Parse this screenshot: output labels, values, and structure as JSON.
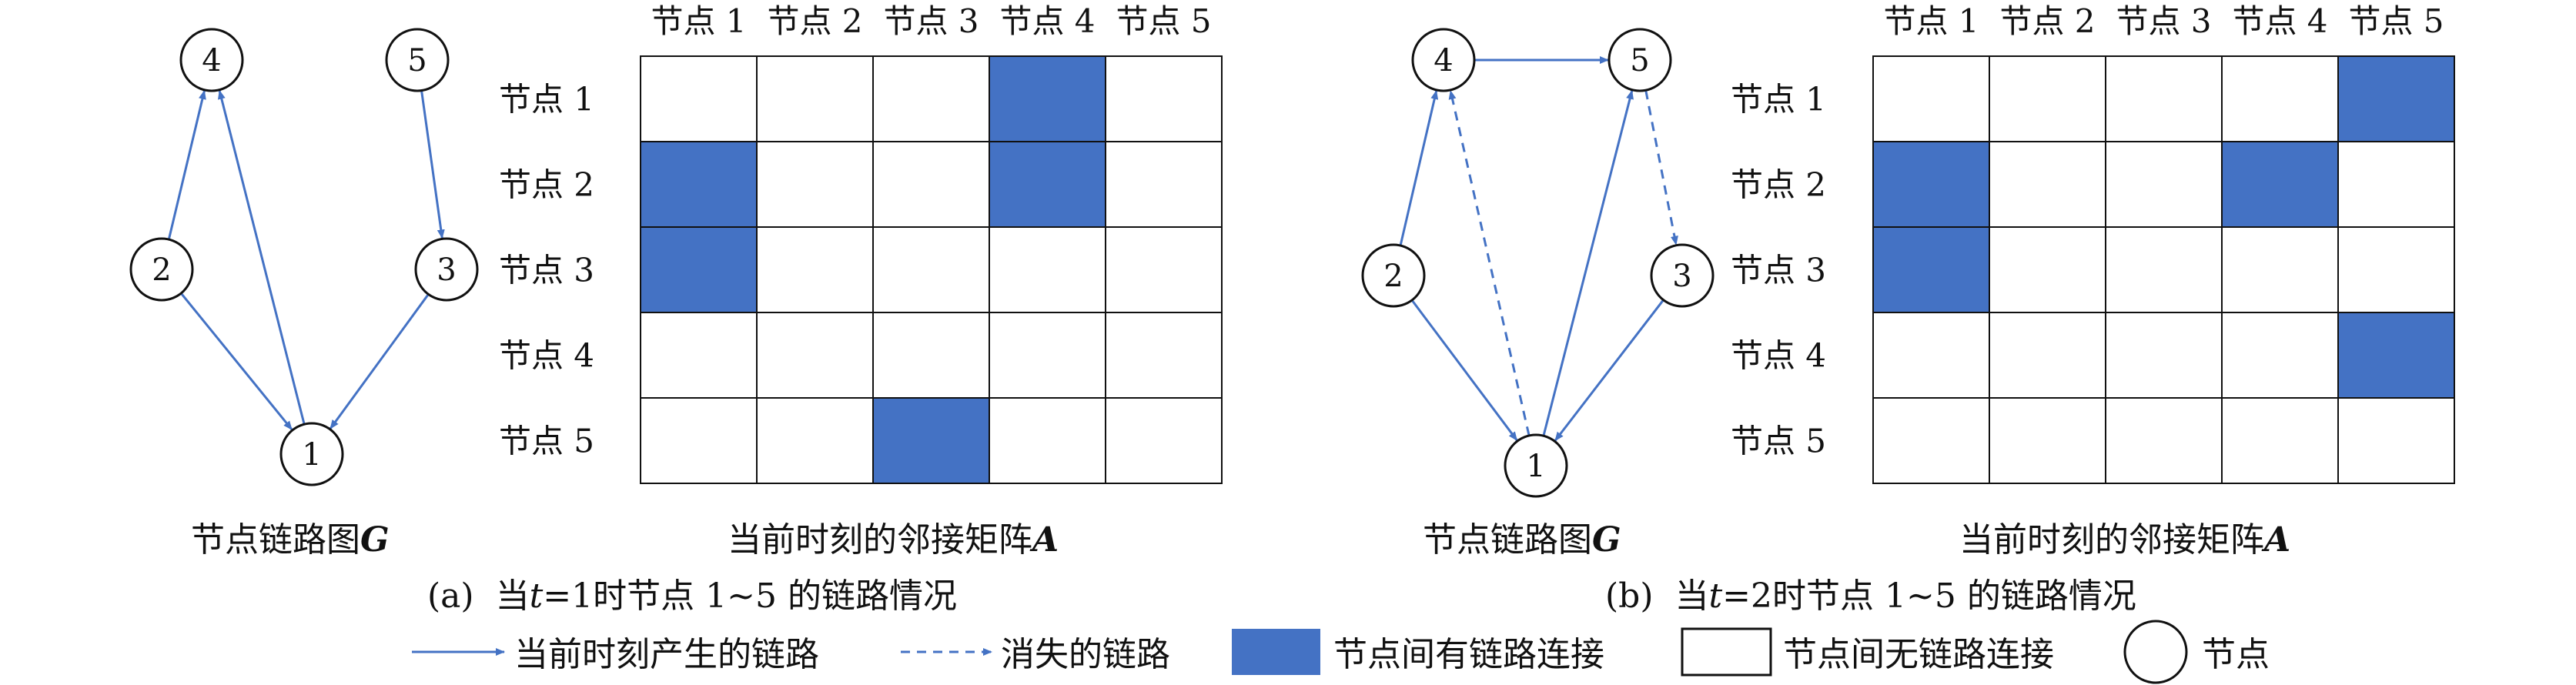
{
  "colors": {
    "link": "#4472C4",
    "filled": "#4472C4",
    "edge": "#4472C4",
    "stroke": "#111111"
  },
  "panels": [
    {
      "id": "a",
      "graph": {
        "nodes": [
          "4",
          "5",
          "2",
          "3",
          "1"
        ],
        "edges": [
          {
            "from": "2",
            "to": "4",
            "style": "solid"
          },
          {
            "from": "1",
            "to": "4",
            "style": "solid"
          },
          {
            "from": "5",
            "to": "3",
            "style": "solid"
          },
          {
            "from": "2",
            "to": "1",
            "style": "solid"
          },
          {
            "from": "3",
            "to": "1",
            "style": "solid"
          }
        ],
        "caption_text": "节点链路图",
        "caption_symbol": "G"
      },
      "matrix": {
        "col_labels": [
          "节点 1",
          "节点 2",
          "节点 3",
          "节点 4",
          "节点 5"
        ],
        "row_labels": [
          "节点 1",
          "节点 2",
          "节点 3",
          "节点 4",
          "节点 5"
        ],
        "cells": [
          [
            0,
            0,
            0,
            1,
            0
          ],
          [
            1,
            0,
            0,
            1,
            0
          ],
          [
            1,
            0,
            0,
            0,
            0
          ],
          [
            0,
            0,
            0,
            0,
            0
          ],
          [
            0,
            0,
            1,
            0,
            0
          ]
        ],
        "caption_text": "当前时刻的邻接矩阵",
        "caption_symbol": "A"
      },
      "sub_label": "(a)",
      "sub_prefix": "当",
      "sub_var": "t",
      "sub_eq": "=1",
      "sub_suffix": "时节点 1~5 的链路情况"
    },
    {
      "id": "b",
      "graph": {
        "nodes": [
          "4",
          "5",
          "2",
          "3",
          "1"
        ],
        "edges": [
          {
            "from": "4",
            "to": "5",
            "style": "solid"
          },
          {
            "from": "2",
            "to": "4",
            "style": "solid"
          },
          {
            "from": "1",
            "to": "4",
            "style": "dashed"
          },
          {
            "from": "1",
            "to": "5",
            "style": "solid"
          },
          {
            "from": "5",
            "to": "3",
            "style": "dashed"
          },
          {
            "from": "2",
            "to": "1",
            "style": "solid"
          },
          {
            "from": "3",
            "to": "1",
            "style": "solid"
          }
        ],
        "caption_text": "节点链路图",
        "caption_symbol": "G"
      },
      "matrix": {
        "col_labels": [
          "节点 1",
          "节点 2",
          "节点 3",
          "节点 4",
          "节点 5"
        ],
        "row_labels": [
          "节点 1",
          "节点 2",
          "节点 3",
          "节点 4",
          "节点 5"
        ],
        "cells": [
          [
            0,
            0,
            0,
            0,
            1
          ],
          [
            1,
            0,
            0,
            1,
            0
          ],
          [
            1,
            0,
            0,
            0,
            0
          ],
          [
            0,
            0,
            0,
            0,
            1
          ],
          [
            0,
            0,
            0,
            0,
            0
          ]
        ],
        "caption_text": "当前时刻的邻接矩阵",
        "caption_symbol": "A"
      },
      "sub_label": "(b)",
      "sub_prefix": "当",
      "sub_var": "t",
      "sub_eq": "=2",
      "sub_suffix": "时节点 1~5 的链路情况"
    }
  ],
  "legend": {
    "solid_link": "当前时刻产生的链路",
    "dashed_link": "消失的链路",
    "filled_cell": "节点间有链路连接",
    "empty_cell": "节点间无链路连接",
    "node": "节点"
  }
}
